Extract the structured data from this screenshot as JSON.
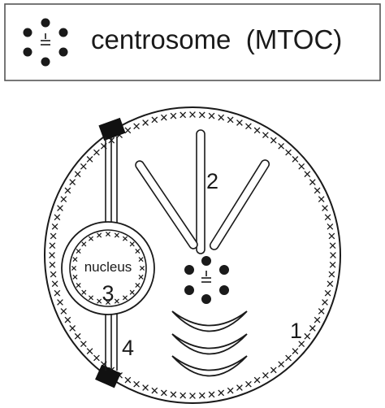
{
  "legend": {
    "label": "centrosome  (MTOC)"
  },
  "cell": {
    "nucleus_label": "nucleus",
    "numbers": {
      "one": "1",
      "two": "2",
      "three": "3",
      "four": "4"
    }
  },
  "colors": {
    "ink": "#1a1a1a",
    "legend_border": "#555555",
    "background": "#ffffff"
  },
  "icons": {
    "legend_symbol": "centrosome-icon",
    "cell_centrosome": "centrosome-icon",
    "junction": "cell-junction-icon"
  }
}
